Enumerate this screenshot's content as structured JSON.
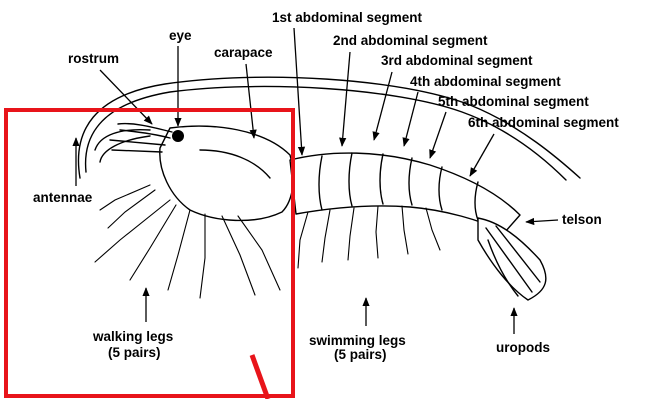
{
  "labels": {
    "eye": "eye",
    "rostrum": "rostrum",
    "carapace": "carapace",
    "seg1": "1st abdominal segment",
    "seg2": "2nd abdominal segment",
    "seg3": "3rd abdominal segment",
    "seg4": "4th abdominal segment",
    "seg5": "5th abdominal segment",
    "seg6": "6th abdominal segment",
    "antennae": "antennae",
    "telson": "telson",
    "walking_legs_1": "walking legs",
    "walking_legs_2": "(5 pairs)",
    "swimming_legs_1": "swimming legs",
    "swimming_legs_2": "(5 pairs)",
    "uropods": "uropods"
  },
  "highlight_color": "#e8141a"
}
